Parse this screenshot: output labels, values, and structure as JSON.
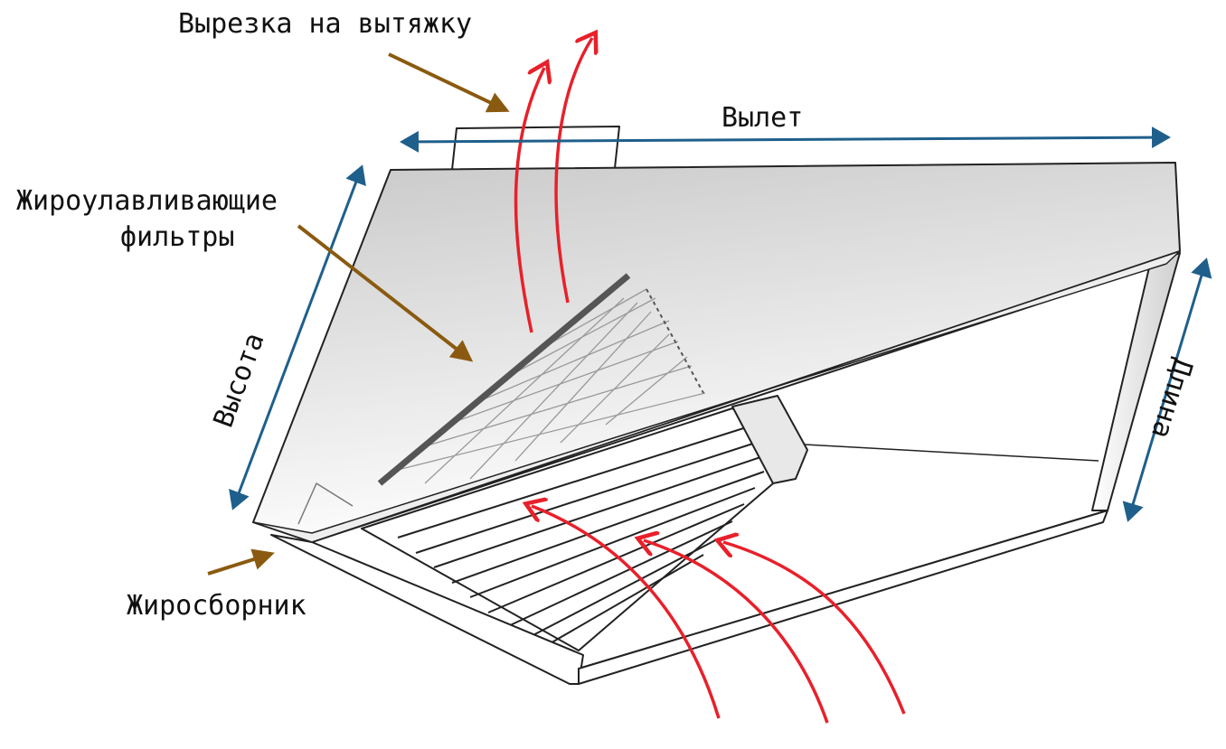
{
  "labels": {
    "exhaust_cutout": "Вырезка на вытяжку",
    "overhang": "Вылет",
    "grease_filters_line1": "Жироулавливающие",
    "grease_filters_line2": "фильтры",
    "height": "Высота",
    "length": "Длина",
    "grease_collector": "Жиросборник"
  },
  "colors": {
    "airflow": "#e8202a",
    "dimension": "#1f5f8b",
    "pointer": "#8a5a10",
    "outline": "#222222"
  }
}
